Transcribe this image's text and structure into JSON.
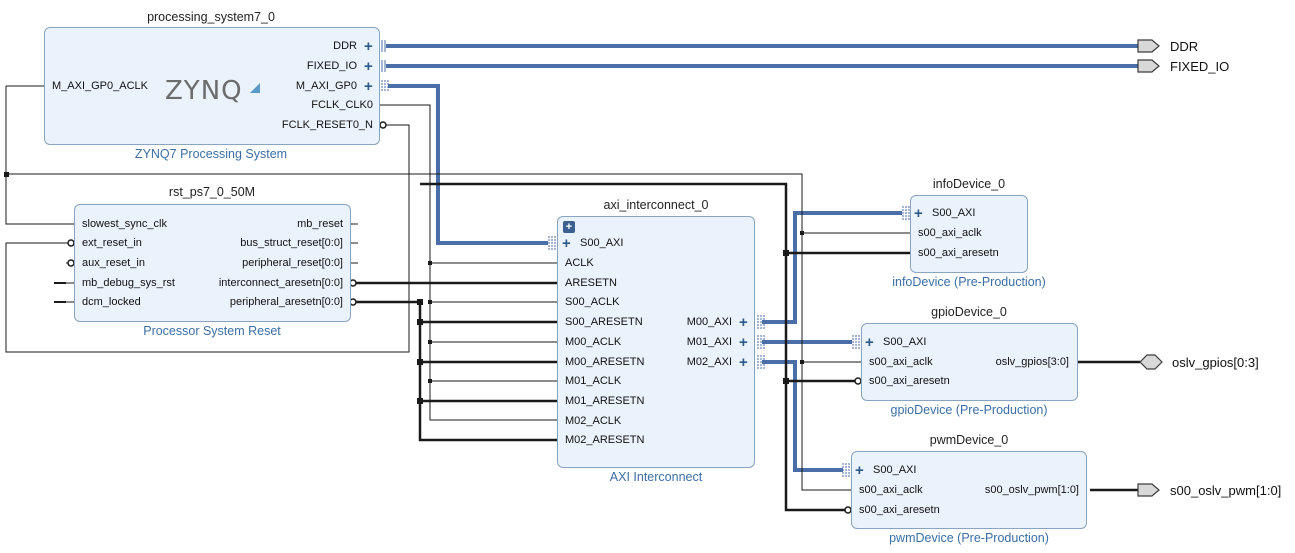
{
  "colors": {
    "bus": "#4a6ea8",
    "wire": "#1a1a1a",
    "block_fill": "#eaf2fb",
    "block_border": "#8aa4c0",
    "subtitle": "#3b6ea5"
  },
  "ps7": {
    "title": "processing_system7_0",
    "subtitle": "ZYNQ7 Processing System",
    "logo": "ZYNQ",
    "left_pins": [
      "M_AXI_GP0_ACLK"
    ],
    "right_pins": [
      "DDR",
      "FIXED_IO",
      "M_AXI_GP0",
      "FCLK_CLK0",
      "FCLK_RESET0_N"
    ]
  },
  "rst": {
    "title": "rst_ps7_0_50M",
    "subtitle": "Processor System Reset",
    "left_pins": [
      "slowest_sync_clk",
      "ext_reset_in",
      "aux_reset_in",
      "mb_debug_sys_rst",
      "dcm_locked"
    ],
    "right_pins": [
      "mb_reset",
      "bus_struct_reset[0:0]",
      "peripheral_reset[0:0]",
      "interconnect_aresetn[0:0]",
      "peripheral_aresetn[0:0]"
    ]
  },
  "axi": {
    "title": "axi_interconnect_0",
    "subtitle": "AXI Interconnect",
    "left_pins": [
      "S00_AXI",
      "ACLK",
      "ARESETN",
      "S00_ACLK",
      "S00_ARESETN",
      "M00_ACLK",
      "M00_ARESETN",
      "M01_ACLK",
      "M01_ARESETN",
      "M02_ACLK",
      "M02_ARESETN"
    ],
    "right_pins": [
      "M00_AXI",
      "M01_AXI",
      "M02_AXI"
    ]
  },
  "info": {
    "title": "infoDevice_0",
    "subtitle": "infoDevice (Pre-Production)",
    "left_pins": [
      "S00_AXI",
      "s00_axi_aclk",
      "s00_axi_aresetn"
    ]
  },
  "gpio": {
    "title": "gpioDevice_0",
    "subtitle": "gpioDevice (Pre-Production)",
    "left_pins": [
      "S00_AXI",
      "s00_axi_aclk",
      "s00_axi_aresetn"
    ],
    "right_pins": [
      "oslv_gpios[3:0]"
    ]
  },
  "pwm": {
    "title": "pwmDevice_0",
    "subtitle": "pwmDevice (Pre-Production)",
    "left_pins": [
      "S00_AXI",
      "s00_axi_aclk",
      "s00_axi_aresetn"
    ],
    "right_pins": [
      "s00_oslv_pwm[1:0]"
    ]
  },
  "ports": {
    "ddr": "DDR",
    "fixed_io": "FIXED_IO",
    "gpios": "oslv_gpios[0:3]",
    "pwm": "s00_oslv_pwm[1:0]"
  }
}
